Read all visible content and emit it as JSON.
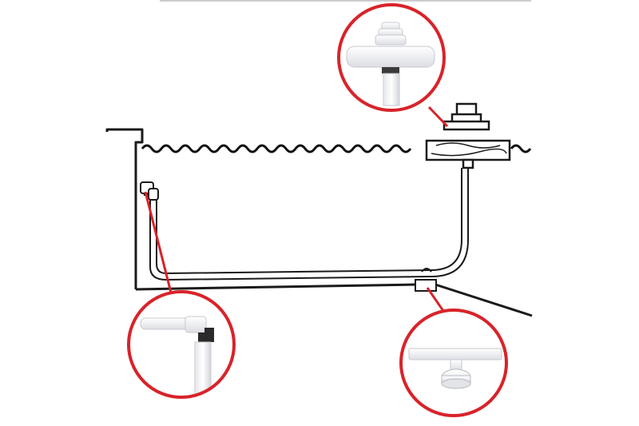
{
  "diagram": {
    "subject": "pool-floating-skimmer-installation",
    "colors": {
      "outline": "#1a1a1a",
      "callout": "#d8232a",
      "part_fill": "#f4f4f6",
      "part_shade": "#d9dbe0",
      "water_line": "#111111"
    },
    "callouts": [
      {
        "id": "top",
        "part": "floating-skimmer-head"
      },
      {
        "id": "left",
        "part": "wall-inlet-elbow"
      },
      {
        "id": "right",
        "part": "floor-drain-tee"
      }
    ]
  }
}
